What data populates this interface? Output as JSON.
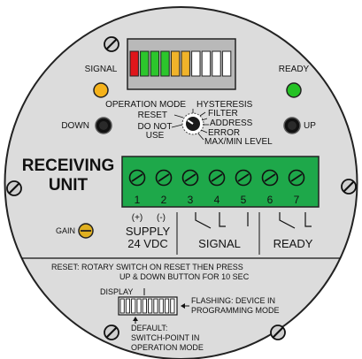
{
  "labels": {
    "signal_led": "SIGNAL",
    "ready_led": "READY",
    "down_button": "DOWN",
    "up_button": "UP",
    "receiving_unit_line1": "RECEIVING",
    "receiving_unit_line2": "UNIT",
    "gain": "GAIN",
    "supply_plus": "(+)",
    "supply_minus": "(-)",
    "supply_line1": "SUPPLY",
    "supply_line2": "24 VDC",
    "signal_group": "SIGNAL",
    "ready_group": "READY"
  },
  "rotary": {
    "operation_mode": "OPERATION MODE",
    "hysteresis": "HYSTERESIS",
    "reset": "RESET",
    "filter": "FILTER",
    "do_not_use_line1": "DO NOT",
    "do_not_use_line2": "USE",
    "address": "ADDRESS",
    "error": "ERROR",
    "max_min_level": "MAX/MIN LEVEL"
  },
  "terminals": [
    "1",
    "2",
    "3",
    "4",
    "5",
    "6",
    "7"
  ],
  "bargraph_colors": [
    "#e0161b",
    "#2cc62c",
    "#2cc62c",
    "#2cc62c",
    "#f0b32a",
    "#f0b32a",
    "#ffffff",
    "#ffffff",
    "#ffffff",
    "#ffffff"
  ],
  "notes": {
    "reset_line1": "RESET:  ROTARY SWITCH ON RESET THEN PRESS",
    "reset_line2": "UP & DOWN BUTTON FOR 10 SEC",
    "display": "DISPLAY",
    "flashing_line1": "FLASHING: DEVICE IN",
    "flashing_line2": "PROGRAMMING MODE",
    "default_line1": "DEFAULT:",
    "default_line2": "SWITCH-POINT IN",
    "default_line3": "OPERATION MODE"
  },
  "colors": {
    "housing": "#dcdcdc",
    "terminal_block": "#1ea84a",
    "led_signal": "#f5b21a",
    "led_ready": "#24c224",
    "gain_knob": "#e0b020"
  }
}
